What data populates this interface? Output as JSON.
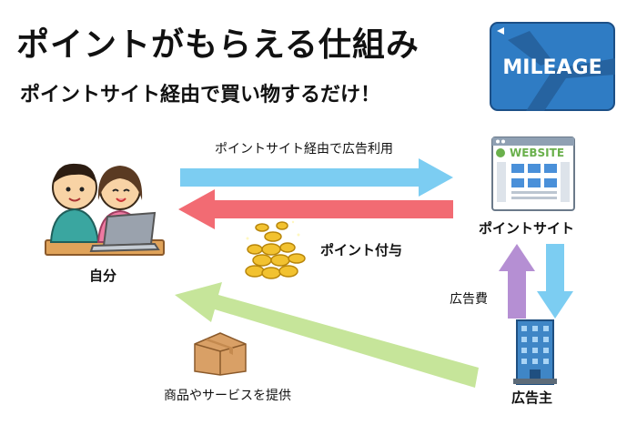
{
  "header": {
    "title": "ポイントがもらえる仕組み",
    "subtitle": "ポイントサイト経由で買い物するだけ！"
  },
  "mileage_card": {
    "text": "MILEAGE",
    "color": "#2f7cc4"
  },
  "website_icon": {
    "text": "WEBSITE"
  },
  "nodes": {
    "self": "自分",
    "point_site": "ポイントサイト",
    "advertiser": "広告主"
  },
  "flows": {
    "via_point_site": "ポイントサイト経由で広告利用",
    "points_awarded": "ポイント付与",
    "ad_fee": "広告費",
    "goods_services": "商品やサービスを提供"
  },
  "colors": {
    "blue_arrow": "#7ccdf2",
    "red_arrow": "#f26b73",
    "green_arrow": "#c6e59a",
    "purple_arrow": "#b58fd3"
  }
}
